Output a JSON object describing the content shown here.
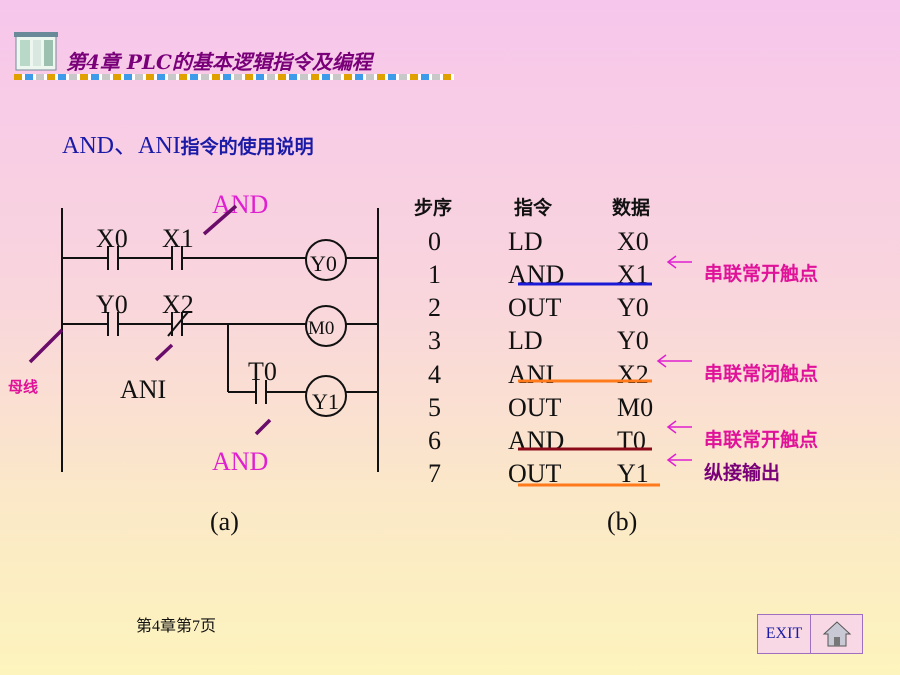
{
  "header": {
    "title": "第4章 PLC的基本逻辑指令及编程",
    "logo_icon": "building-icon"
  },
  "section": {
    "title_prefix": "AND、ANI",
    "title_suffix": "指令的使用说明"
  },
  "ladder": {
    "contacts": [
      "X0",
      "X1",
      "Y0",
      "X2",
      "T0"
    ],
    "coils": [
      "Y0",
      "M0",
      "Y1"
    ],
    "labels": {
      "and_top": "AND",
      "ani": "ANI",
      "and_bottom": "AND",
      "busbar": "母线"
    },
    "caption": "(a)"
  },
  "program": {
    "headers": [
      "步序",
      "指令",
      "数据"
    ],
    "rows": [
      {
        "step": "0",
        "instr": "LD",
        "data": "X0"
      },
      {
        "step": "1",
        "instr": "AND",
        "data": "X1"
      },
      {
        "step": "2",
        "instr": "OUT",
        "data": "Y0"
      },
      {
        "step": "3",
        "instr": "LD",
        "data": "Y0"
      },
      {
        "step": "4",
        "instr": "ANI",
        "data": "X2"
      },
      {
        "step": "5",
        "instr": "OUT",
        "data": "M0"
      },
      {
        "step": "6",
        "instr": "AND",
        "data": "T0"
      },
      {
        "step": "7",
        "instr": "OUT",
        "data": "Y1"
      }
    ],
    "annotations": [
      "串联常开触点",
      "串联常闭触点",
      "串联常开触点",
      "纵接输出"
    ],
    "caption": "(b)"
  },
  "footer": {
    "page_number": "第4章第7页",
    "exit_label": "EXIT",
    "home_icon": "home-icon"
  },
  "colors": {
    "underline_blue": "#1a1ad6",
    "underline_orange": "#ff7a1a",
    "underline_darkred": "#8a0a1a",
    "annotation": "#e0129a",
    "pointer_line": "#6a0c6a"
  }
}
